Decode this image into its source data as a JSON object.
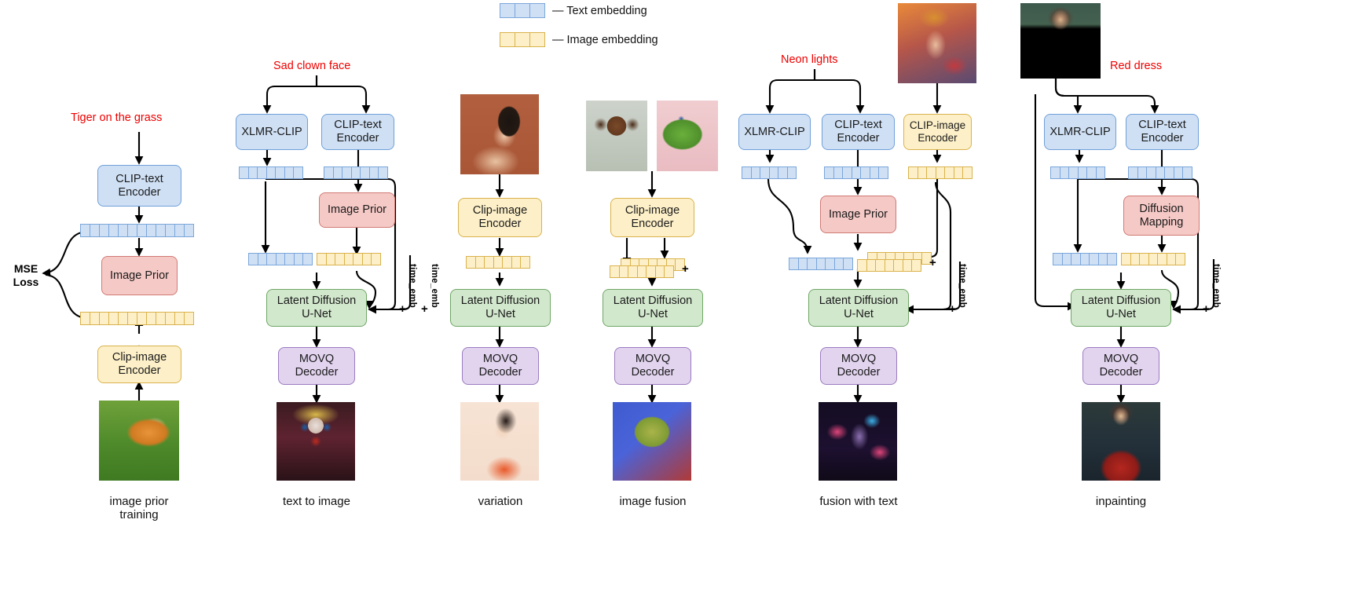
{
  "legend": [
    {
      "key": "text-embedding",
      "label": "— Text embedding",
      "color": "#cfe0f5",
      "border": "#6f9fd8"
    },
    {
      "key": "image-embedding",
      "label": "— Image embedding",
      "color": "#fdf0c8",
      "border": "#d9b24c"
    }
  ],
  "colors": {
    "text_block": "#cfe0f5",
    "image_block": "#fdf0c8",
    "prior_block": "#f5c9c6",
    "unet_block": "#d2e8cd",
    "decoder_block": "#e2d4ef",
    "prompt_text": "#ee0000",
    "arrow": "#000000"
  },
  "labels": {
    "clip_text_encoder": "CLIP-text\nEncoder",
    "clip_text_encoder_l1": "CLIP-text",
    "clip_text_encoder_l2": "Encoder",
    "xlmr_clip": "XLMR-CLIP",
    "image_prior": "Image Prior",
    "clip_image_encoder_l1": "Clip-image",
    "clip_image_encoder_l2": "Encoder",
    "clip_image_encoder_caps_l1": "CLIP-image",
    "latent_diffusion_l1": "Latent Diffusion",
    "latent_diffusion_l2": "U-Net",
    "movq_l1": "MOVQ",
    "movq_l2": "Decoder",
    "diffusion_mapping_l1": "Diffusion",
    "diffusion_mapping_l2": "Mapping",
    "mse_l1": "MSE",
    "mse_l2": "Loss",
    "time_emb": "time_emb",
    "plus": "+"
  },
  "columns": [
    {
      "id": "image-prior-training",
      "caption_l1": "image prior",
      "caption_l2": "training",
      "prompt": "Tiger on the grass",
      "nodes": [
        "CLIP-text Encoder",
        "Image Prior",
        "Clip-image Encoder"
      ],
      "embeddings": [
        "text",
        "image"
      ],
      "loss": "MSE Loss",
      "input_image": "tiger-on-grass-photo",
      "output_image": "tiger-on-grass-photo"
    },
    {
      "id": "text-to-image",
      "caption_l1": "text to image",
      "caption_l2": "",
      "prompt": "Sad clown face",
      "nodes": [
        "XLMR-CLIP",
        "CLIP-text Encoder",
        "Image Prior",
        "Latent Diffusion U-Net",
        "MOVQ Decoder"
      ],
      "embeddings": [
        "text",
        "text",
        "text+image"
      ],
      "time_emb": "time_emb",
      "output_image": "sad-clown-face-generated"
    },
    {
      "id": "variation",
      "caption_l1": "variation",
      "caption_l2": "",
      "prompt": "",
      "nodes": [
        "Clip-image Encoder",
        "Latent Diffusion U-Net",
        "MOVQ Decoder"
      ],
      "embeddings": [
        "image"
      ],
      "time_emb": "time_emb",
      "input_image": "woman-illustration-brown",
      "output_image": "woman-illustration-variation"
    },
    {
      "id": "image-fusion",
      "caption_l1": "image fusion",
      "caption_l2": "",
      "prompt": "",
      "nodes": [
        "Clip-image Encoder",
        "Latent Diffusion U-Net",
        "MOVQ Decoder"
      ],
      "embeddings": [
        "image",
        "image"
      ],
      "input_image_1": "cheburashka-toy",
      "input_image_2": "green-crocodile-gena",
      "output_image": "fused-creature-generated"
    },
    {
      "id": "fusion-with-text",
      "caption_l1": "fusion with text",
      "caption_l2": "",
      "prompt": "Neon lights",
      "nodes": [
        "XLMR-CLIP",
        "CLIP-text Encoder",
        "CLIP-image Encoder",
        "Image Prior",
        "Latent Diffusion U-Net",
        "MOVQ Decoder"
      ],
      "embeddings": [
        "text",
        "text",
        "image",
        "text+image"
      ],
      "time_emb": "time_emb",
      "input_image": "woman-with-flowers-portrait",
      "output_image": "neon-lights-portrait-generated"
    },
    {
      "id": "inpainting",
      "caption_l1": "inpainting",
      "caption_l2": "",
      "prompt": "Red dress",
      "nodes": [
        "XLMR-CLIP",
        "CLIP-text Encoder",
        "Diffusion Mapping",
        "Latent Diffusion U-Net",
        "MOVQ Decoder"
      ],
      "embeddings": [
        "text",
        "text",
        "text+image"
      ],
      "time_emb": "time_emb",
      "input_image": "mona-lisa-masked",
      "output_image": "mona-lisa-red-dress-generated"
    }
  ]
}
